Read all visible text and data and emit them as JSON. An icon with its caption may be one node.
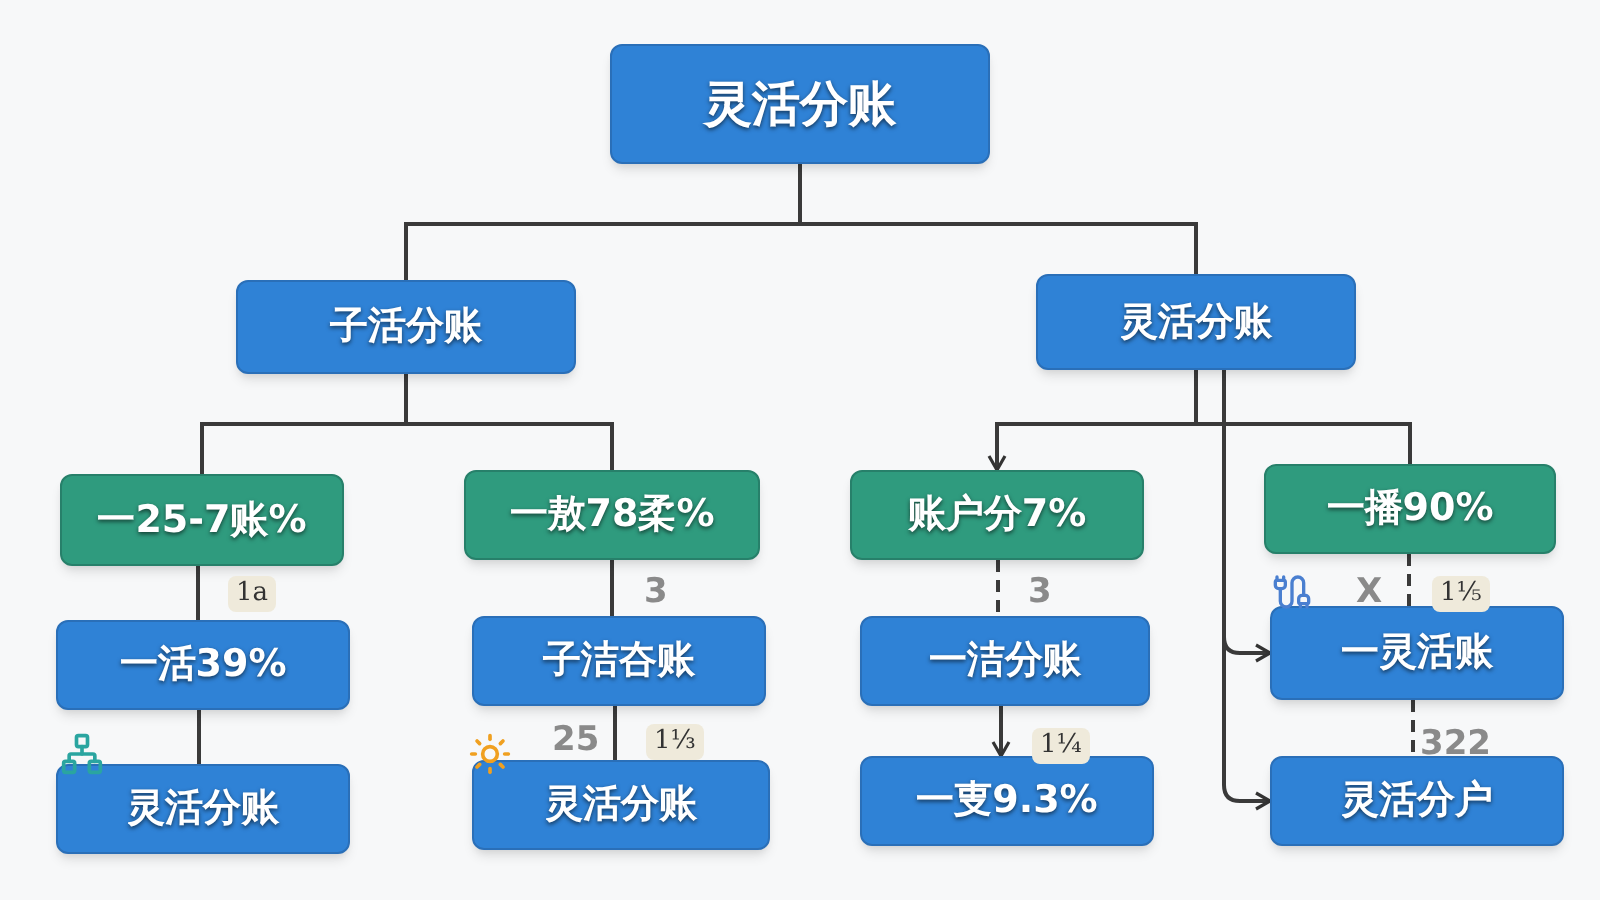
{
  "diagram": {
    "nodes": [
      {
        "text": [
          "灵活分账"
        ]
      },
      {
        "text": [
          "子活分账"
        ]
      },
      {
        "text": [
          "灵活分账"
        ]
      },
      {
        "text": [
          "一25-7账%"
        ]
      },
      {
        "text": [
          "一活39%"
        ]
      },
      {
        "text": [
          "灵活分账"
        ]
      },
      {
        "text": [
          "一敖78柔%"
        ]
      },
      {
        "text": [
          "子洁夻账"
        ]
      },
      {
        "text": [
          "灵活分账"
        ]
      },
      {
        "text": [
          "账户分7%"
        ]
      },
      {
        "text": [
          "一洁分账"
        ]
      },
      {
        "text": [
          "一叓9.3%"
        ]
      },
      {
        "text": [
          "一播90%"
        ]
      },
      {
        "text": [
          "一灵活账"
        ]
      },
      {
        "text": [
          "灵活分户"
        ]
      }
    ],
    "edges": [
      {
        "from": 0,
        "to": 1,
        "arrow": "none"
      },
      {
        "from": 0,
        "to": 2,
        "arrow": "none"
      },
      {
        "from": 1,
        "to": 3,
        "arrow": "none"
      },
      {
        "from": 1,
        "to": 6,
        "arrow": "none"
      },
      {
        "from": 2,
        "to": 9,
        "arrow": "to"
      },
      {
        "from": 2,
        "to": 12,
        "arrow": "none"
      },
      {
        "from": 2,
        "to": 13,
        "arrow": "to"
      },
      {
        "from": 2,
        "to": 14,
        "arrow": "to"
      },
      {
        "from": 3,
        "to": 4,
        "arrow": "none"
      },
      {
        "from": 4,
        "to": 5,
        "arrow": "none"
      },
      {
        "from": 6,
        "to": 7,
        "arrow": "none"
      },
      {
        "from": 7,
        "to": 8,
        "arrow": "none"
      },
      {
        "from": 9,
        "to": 10,
        "arrow": "none",
        "style": "dashed"
      },
      {
        "from": 10,
        "to": 11,
        "arrow": "to"
      },
      {
        "from": 12,
        "to": 13,
        "arrow": "none",
        "style": "dashed"
      },
      {
        "from": 13,
        "to": 14,
        "arrow": "none",
        "style": "dashed"
      }
    ],
    "labels": [
      "1a",
      "3",
      "3",
      "X",
      "1⅕",
      "25",
      "1⅓",
      "1¼",
      "322"
    ]
  }
}
